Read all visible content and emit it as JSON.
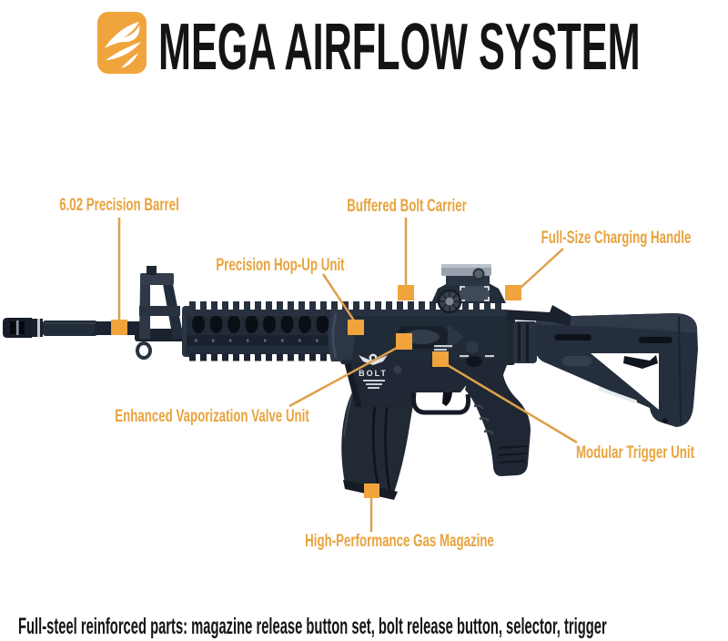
{
  "header": {
    "title": "MEGA AIRFLOW SYSTEM",
    "logo": "brand-swirl-logo"
  },
  "colors": {
    "accent_label": "#E8A33D",
    "marker_square": "#F1A33C",
    "callout_line": "#DFA04A",
    "logo_orange": "#F0A43C",
    "title_text": "#141414",
    "gun_body": "#222B38",
    "background": "#FFFFFF"
  },
  "callouts": [
    {
      "part": "precision-barrel",
      "label": "6.02 Precision Barrel"
    },
    {
      "part": "hop-up-unit",
      "label": "Precision Hop-Up Unit"
    },
    {
      "part": "bolt-carrier",
      "label": "Buffered Bolt Carrier"
    },
    {
      "part": "charging-handle",
      "label": "Full-Size Charging Handle"
    },
    {
      "part": "vaporization-valve",
      "label": "Enhanced Vaporization Valve Unit"
    },
    {
      "part": "trigger-unit",
      "label": "Modular Trigger Unit"
    },
    {
      "part": "gas-magazine",
      "label": "High-Performance Gas Magazine"
    }
  ],
  "rifle": {
    "receiver_marking": "BOLT"
  },
  "footnote": "Full-steel reinforced parts: magazine release button set, bolt release button, selector, trigger"
}
